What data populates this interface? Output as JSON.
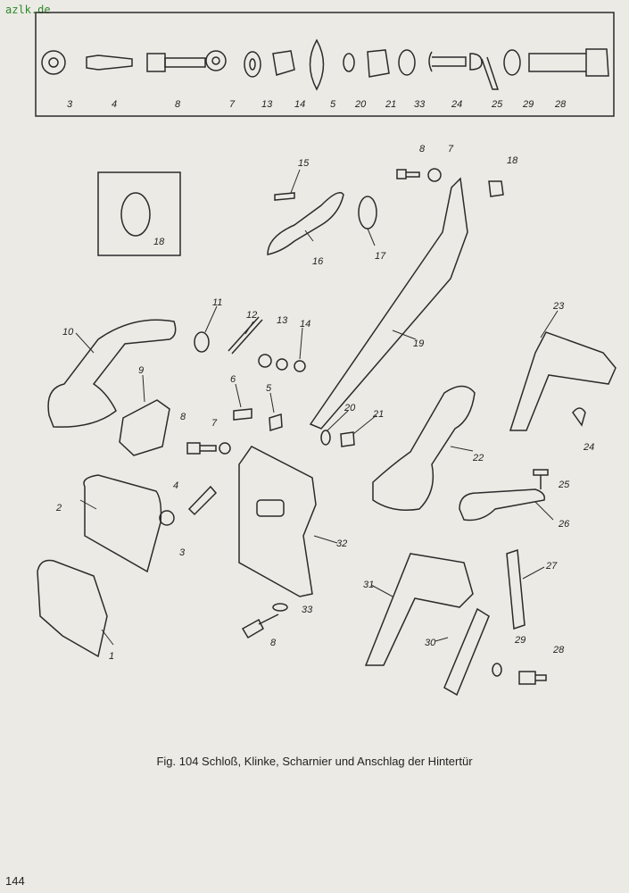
{
  "watermark": "azlk.de",
  "caption": "Fig. 104 Schloß, Klinke, Scharnier und Anschlag der Hintertür",
  "page_number": "144",
  "colors": {
    "ink": "#2b2b2b",
    "paper": "#eceae4",
    "watermark": "#2a8a2a"
  },
  "callouts": {
    "legend_row": [
      "3",
      "4",
      "8",
      "7",
      "13",
      "14",
      "5",
      "20",
      "21",
      "33",
      "24",
      "25",
      "29",
      "28"
    ],
    "inset": "18",
    "main": [
      "15",
      "8",
      "7",
      "18",
      "16",
      "17",
      "19",
      "10",
      "11",
      "12",
      "13",
      "14",
      "9",
      "6",
      "5",
      "20",
      "21",
      "22",
      "23",
      "24",
      "8",
      "7",
      "4",
      "3",
      "2",
      "25",
      "26",
      "27",
      "32",
      "31",
      "33",
      "8",
      "30",
      "29",
      "28",
      "1"
    ]
  }
}
